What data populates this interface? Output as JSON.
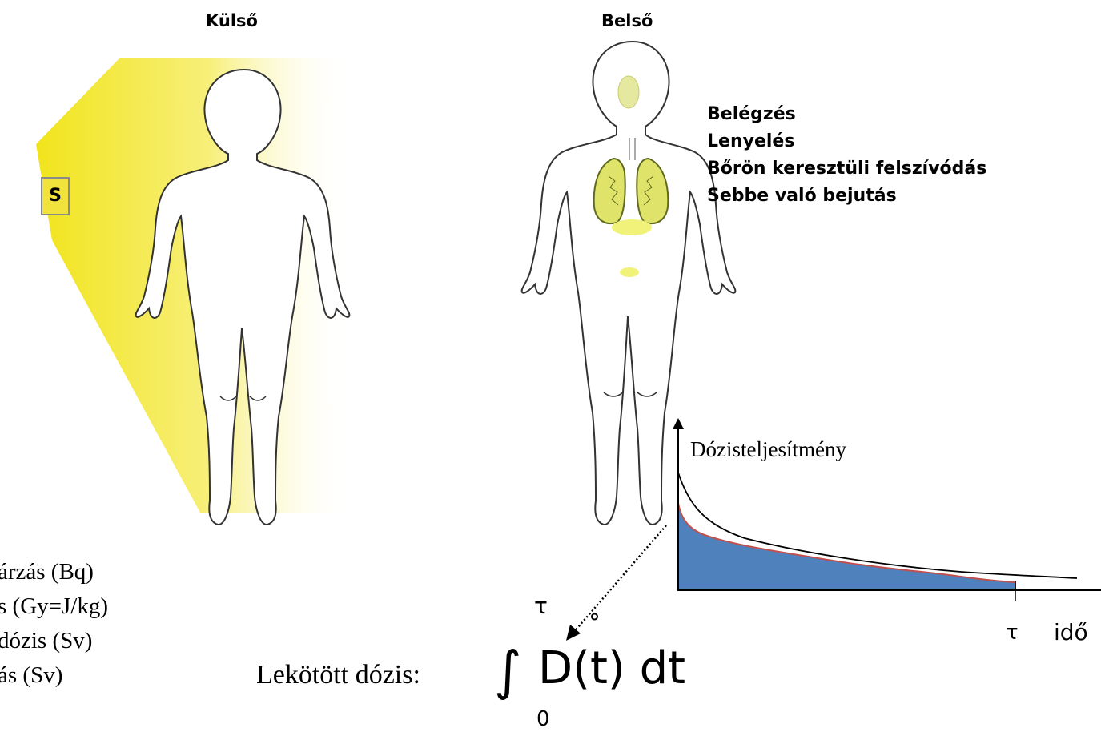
{
  "headings": {
    "external": "Külső",
    "internal": "Belső"
  },
  "source_label": "S",
  "intake_routes": [
    "Belégzés",
    "Lenyelés",
    "Bőrön keresztüli felszívódás",
    "Sebbe való bejutás"
  ],
  "dose_units": [
    "árzás (Bq)",
    "s (Gy=J/kg)",
    "dózis (Sv)",
    "ás (Sv)"
  ],
  "graph": {
    "y_label": "Dózisteljesítmény",
    "x_label": "idő",
    "tau_label": "τ"
  },
  "formula": {
    "prefix": "Lekötött dózis:",
    "upper_limit": "τ",
    "lower_limit": "0",
    "integrand": "D(t) dt",
    "dot_symbol": "˚"
  },
  "colors": {
    "source_yellow": "#f2e23c",
    "beam_yellow": "#f4ea3a",
    "organ_yellow": "#eef07a",
    "area_fill": "#4f81bd",
    "area_edge": "#c0504d"
  }
}
